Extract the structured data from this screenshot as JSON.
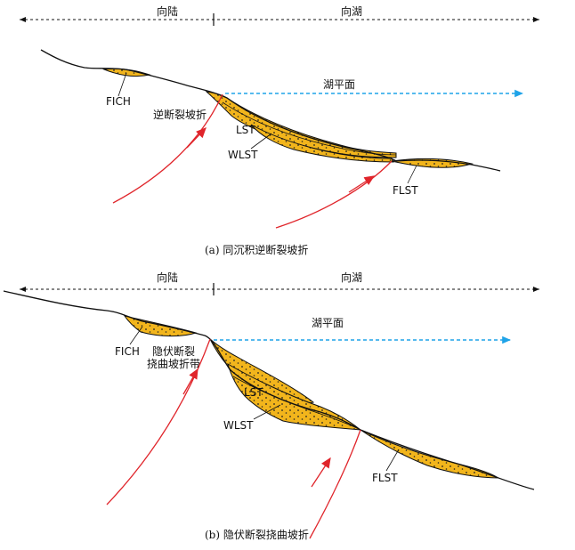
{
  "colors": {
    "sediment": "#f2b51c",
    "fault": "#e0252b",
    "lake_level": "#1fa3e8",
    "outline": "#111111"
  },
  "panel_a": {
    "landward": "向陆",
    "lakeward": "向湖",
    "lake_level": "湖平面",
    "fich": "FICH",
    "break_label": "逆断裂坡折",
    "lst": "LST",
    "wlst": "WLST",
    "flst": "FLST",
    "caption": "(a) 同沉积逆断裂坡折"
  },
  "panel_b": {
    "landward": "向陆",
    "lakeward": "向湖",
    "lake_level": "湖平面",
    "fich": "FICH",
    "break_label_line1": "隐伏断裂",
    "break_label_line2": "挠曲坡折带",
    "lst": "LST",
    "wlst": "WLST",
    "flst": "FLST",
    "caption": "(b) 隐伏断裂挠曲坡折"
  }
}
